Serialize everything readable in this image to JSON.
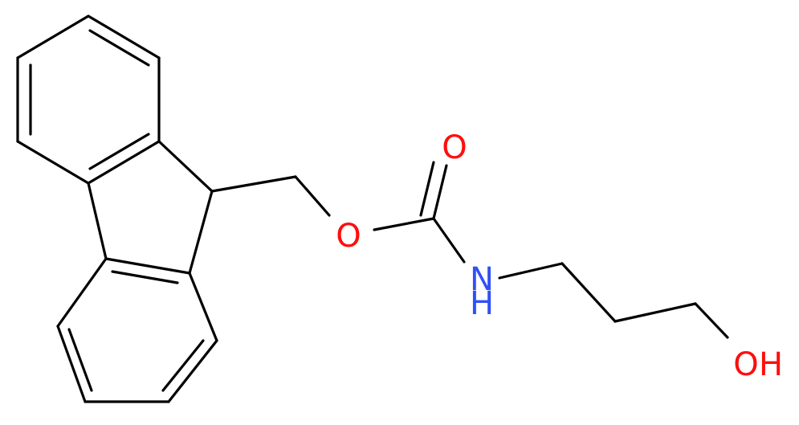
{
  "molecule": {
    "colors": {
      "bond": "#000000",
      "oxygen": "#ff0d0d",
      "nitrogen": "#3050f8",
      "background": "#ffffff"
    },
    "atoms": [
      {
        "id": "carbonyl_o",
        "element": "O",
        "text": "O"
      },
      {
        "id": "ester_o",
        "element": "O",
        "text": "O"
      },
      {
        "id": "amide_n",
        "element": "N",
        "text": "N"
      },
      {
        "id": "amide_h",
        "element": "H",
        "text": "H"
      },
      {
        "id": "hydroxyl_o",
        "element": "O",
        "text": "O"
      },
      {
        "id": "hydroxyl_h",
        "element": "H",
        "text": "H"
      }
    ]
  }
}
